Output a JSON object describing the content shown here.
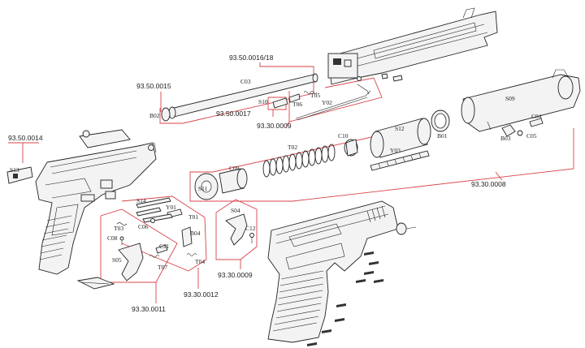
{
  "assembly_numbers": {
    "n1": "93.50.0014",
    "n2": "93.50.0015",
    "n3": "93.50.0016/18",
    "n4": "93.50.0017",
    "n5": "93.30.0009",
    "n6": "93.30.0008",
    "n7": "93.30.0009",
    "n8": "93.30.0011",
    "n9": "93.30.0012"
  },
  "part_codes": {
    "S13": "S13",
    "B02": "B02",
    "C03": "C03",
    "S10": "S10",
    "T05": "T05",
    "T06": "T06",
    "Y02": "Y02",
    "S09": "S09",
    "C04": "C04",
    "B03": "B03",
    "C05": "C05",
    "T02": "T02",
    "C10": "C10",
    "S12": "S12",
    "B01": "B01",
    "Y03": "Y03",
    "C09": "C09",
    "S11": "S11",
    "S14": "S14",
    "Y01": "Y01",
    "T01": "T01",
    "T03": "T03",
    "C06": "C06",
    "B04": "B04",
    "C08": "C08",
    "C11": "C11",
    "S05": "S05",
    "T07": "T07",
    "T04": "T04",
    "S04": "S04",
    "C12": "C12"
  }
}
